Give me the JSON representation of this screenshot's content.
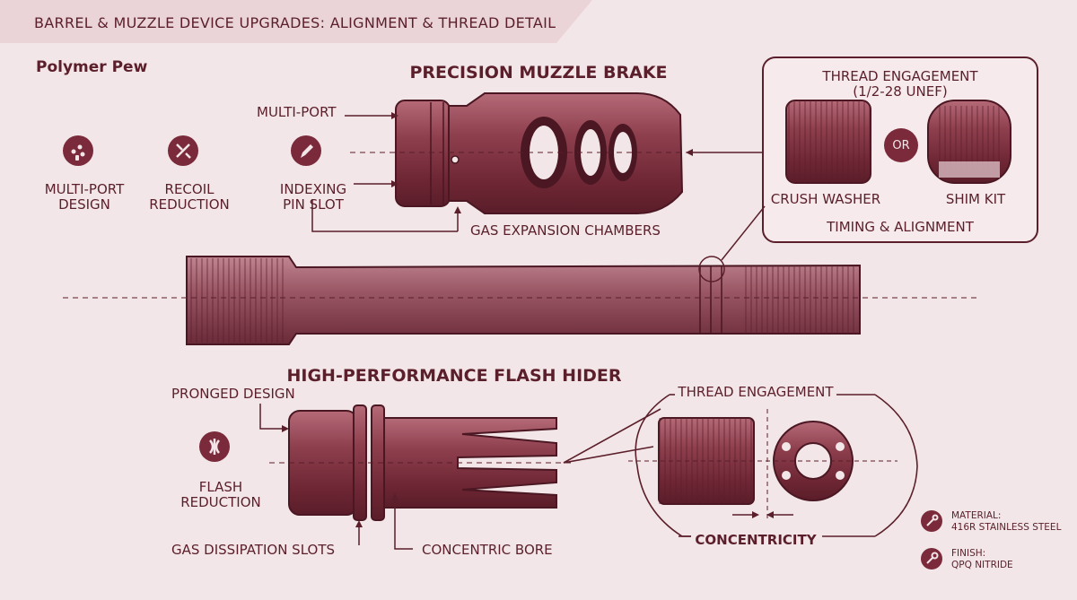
{
  "banner": {
    "text": "BARREL & MUZZLE DEVICE UPGRADES: ALIGNMENT & THREAD DETAIL"
  },
  "brand": "Polymer Pew",
  "brake": {
    "title": "PRECISION MUZZLE BRAKE",
    "multi_port": "MULTI-PORT",
    "indexing_line1": "INDEXING",
    "indexing_line2": "PIN SLOT",
    "gas_chambers": "GAS EXPANSION CHAMBERS"
  },
  "features": [
    {
      "icon": "multi-port-icon",
      "line1": "MULTI-PORT",
      "line2": "DESIGN"
    },
    {
      "icon": "recoil-icon",
      "line1": "RECOIL",
      "line2": "REDUCTION"
    },
    {
      "icon": "pencil-icon",
      "line1": "",
      "line2": ""
    }
  ],
  "thread_box": {
    "title_line1": "THREAD ENGAGEMENT",
    "title_line2": "(1/2-28 UNEF)",
    "crush_washer": "CRUSH WASHER",
    "or": "OR",
    "shim_kit": "SHIM KIT",
    "timing": "TIMING & ALIGNMENT"
  },
  "flash": {
    "title": "HIGH-PERFORMANCE FLASH HIDER",
    "pronged": "PRONGED DESIGN",
    "flash_line1": "FLASH",
    "flash_line2": "REDUCTION",
    "gas_slots": "GAS DISSIPATION SLOTS",
    "concentric_bore": "CONCENTRIC BORE",
    "thread_engagement": "THREAD ENGAGEMENT",
    "concentricity": "CONCENTRICITY"
  },
  "specs": {
    "material_label": "MATERIAL:",
    "material_value": "416R STAINLESS STEEL",
    "finish_label": "FINISH:",
    "finish_value": "QPQ NITRIDE"
  },
  "colors": {
    "accent": "#7a2a3a",
    "metal": "#8e3f4e",
    "bg": "#f3e6e8",
    "text": "#5a1f2a"
  }
}
